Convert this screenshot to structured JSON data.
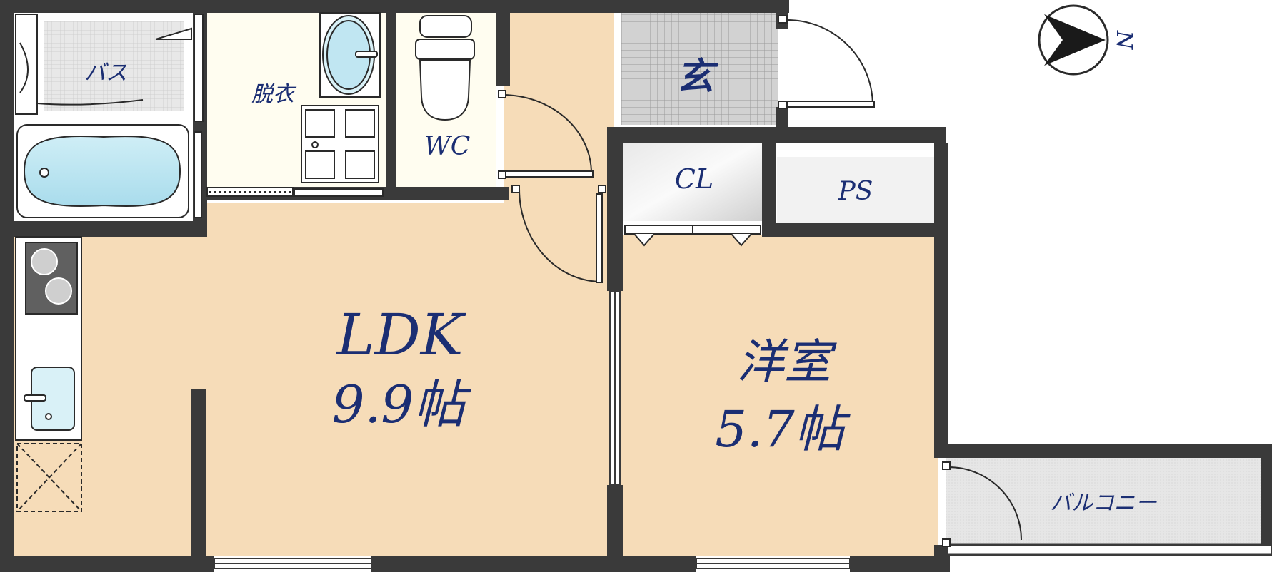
{
  "rooms": {
    "bath": "バス",
    "dressing": "脱衣",
    "wc": "WC",
    "entrance": "玄",
    "closet": "CL",
    "ps": "PS",
    "ldk_name": "LDK",
    "ldk_size": "9.9帖",
    "western_name": "洋室",
    "western_size": "5.7帖",
    "balcony": "バルコニー"
  },
  "compass": {
    "label": "N"
  },
  "colors": {
    "floor": "#f6dcb8",
    "wall": "#3a3a3a",
    "wet_area": "#fffdf0",
    "tile": "#c9c9c9",
    "label": "#1b2e73",
    "balcony": "#e9e9e9"
  }
}
